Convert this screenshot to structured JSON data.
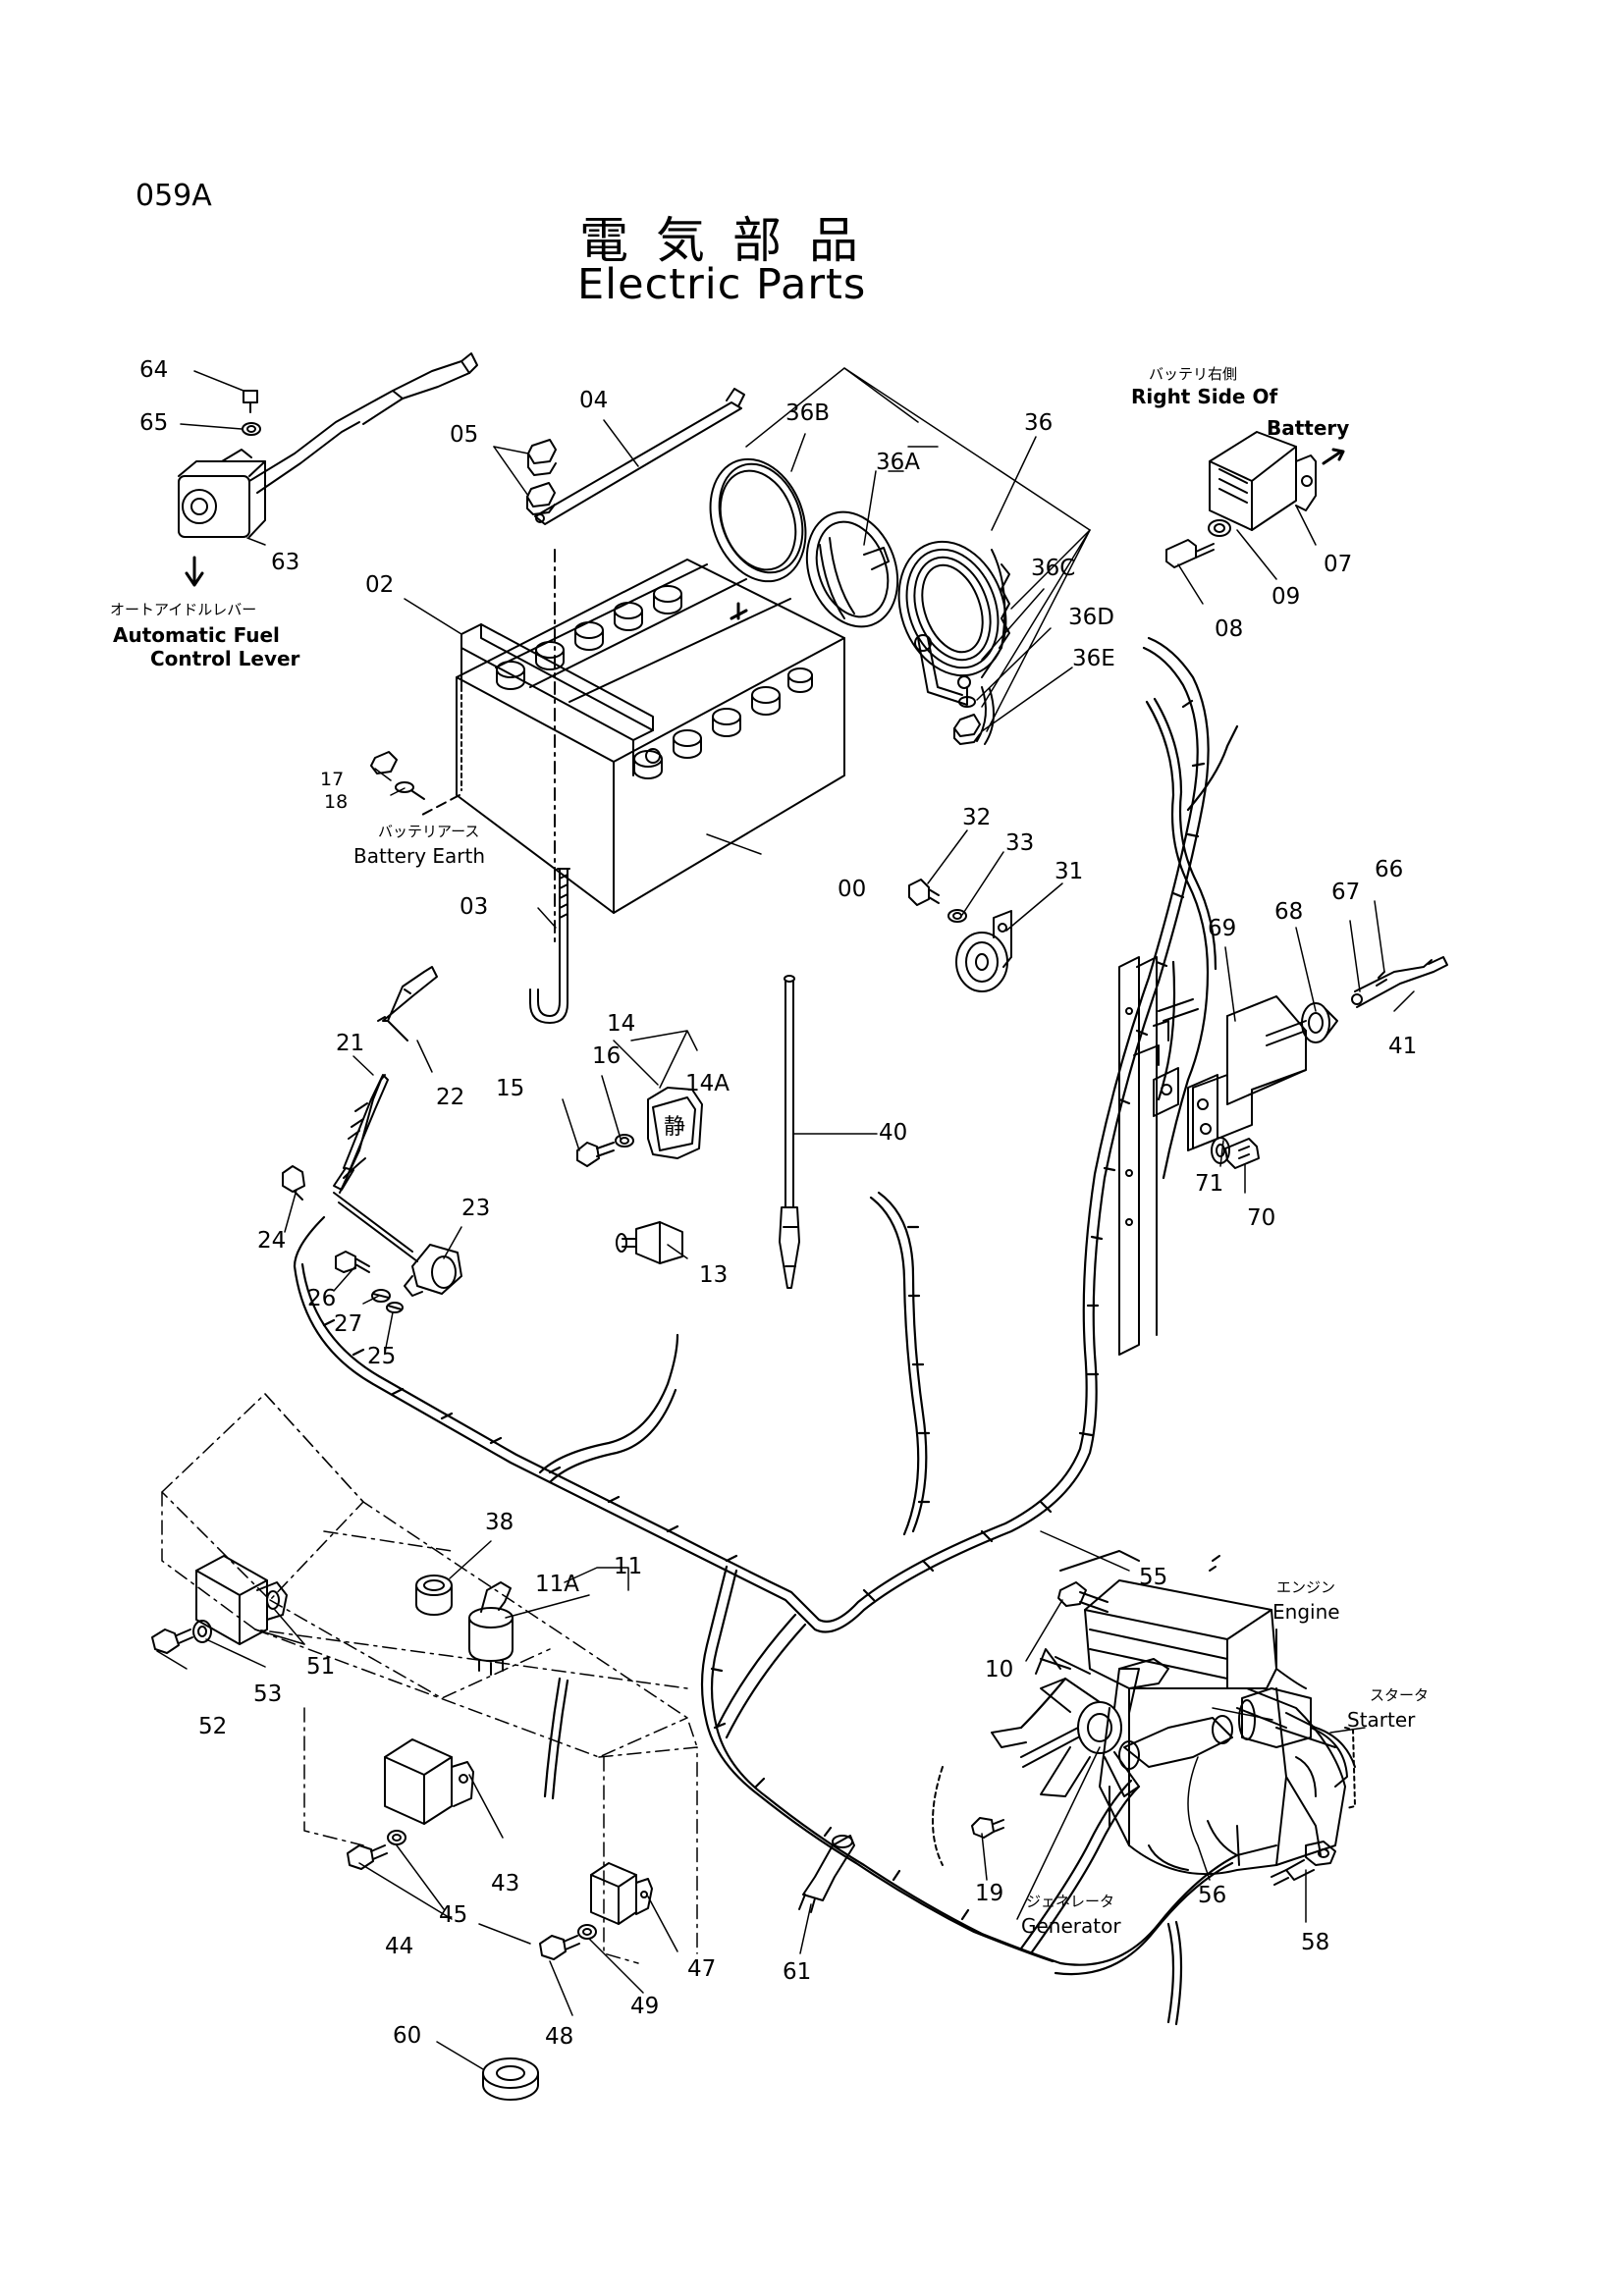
{
  "header": {
    "page_code": "059A",
    "title_jp": "電気部品",
    "title_en": "Electric Parts"
  },
  "notes": {
    "right_side_jp": "バッテリ右側",
    "right_side_en": "Right Side Of",
    "battery_en": "Battery",
    "auto_fuel_jp": "オートアイドルレバー",
    "auto_fuel_en1": "Automatic Fuel",
    "auto_fuel_en2": "Control Lever",
    "battery_earth_jp": "バッテリアース",
    "battery_earth_en": "Battery Earth",
    "engine_jp": "エンジン",
    "engine_en": "Engine",
    "starter_jp": "スタータ",
    "starter_en": "Starter",
    "generator_jp": "ジェネレータ",
    "generator_en": "Generator"
  },
  "callouts": {
    "c64": "64",
    "c65": "65",
    "c63": "63",
    "c05": "05",
    "c04": "04",
    "c36B": "36B",
    "c36A": "36A",
    "c36": "36",
    "c36C": "36C",
    "c36D": "36D",
    "c36E": "36E",
    "c07": "07",
    "c09": "09",
    "c08": "08",
    "c02": "02",
    "c17": "17",
    "c18": "18",
    "c03": "03",
    "c00": "00",
    "c32": "32",
    "c33": "33",
    "c31": "31",
    "c66": "66",
    "c67": "67",
    "c68": "68",
    "c69": "69",
    "c41": "41",
    "c71": "71",
    "c70": "70",
    "c21": "21",
    "c22": "22",
    "c14": "14",
    "c14A": "14A",
    "c16": "16",
    "c15": "15",
    "c40": "40",
    "c24": "24",
    "c23": "23",
    "c13": "13",
    "c26": "26",
    "c27": "27",
    "c25": "25",
    "c38": "38",
    "c11A": "11A",
    "c11": "11",
    "c55": "55",
    "c51": "51",
    "c52": "52",
    "c53": "53",
    "c10": "10",
    "c43": "43",
    "c45": "45",
    "c44": "44",
    "c47": "47",
    "c49": "49",
    "c48": "48",
    "c19": "19",
    "c56": "56",
    "c58": "58",
    "c61": "61",
    "c60": "60"
  }
}
